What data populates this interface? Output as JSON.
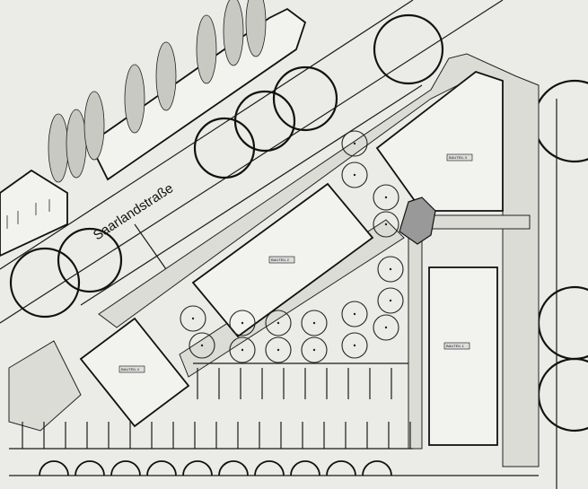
{
  "street_name": "Saarlandstraße",
  "buildings": [
    {
      "label": "BAUTEIL 1"
    },
    {
      "label": "BAUTEIL 2"
    },
    {
      "label": "BAUTEIL 3"
    },
    {
      "label": "BAUTEIL 4"
    }
  ]
}
